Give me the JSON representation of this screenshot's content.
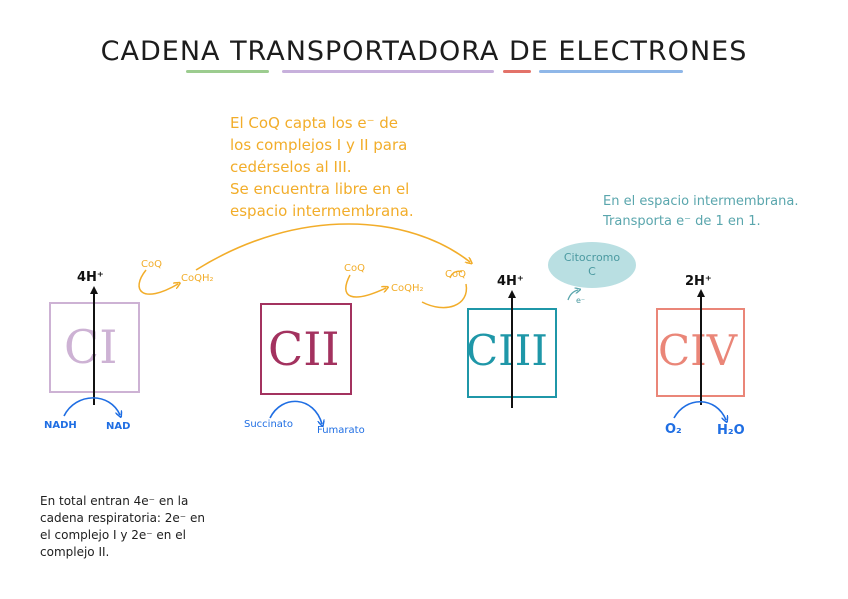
{
  "title": "CADENA TRANSPORTADORA DE ELECTRONES",
  "colors": {
    "orange": "#f2ad2a",
    "teal": "#5aa6ad",
    "blue": "#1f6ee3",
    "c1": "#cdb2d4",
    "c2": "#a3325f",
    "c3": "#1f97a8",
    "c4": "#ea8678",
    "underline_green": "#9ccc8f",
    "underline_purple": "#c7b0dc",
    "underline_red": "#e37269",
    "underline_blue": "#8fb7e8"
  },
  "notes": {
    "coq": [
      "El CoQ capta los e⁻ de",
      "los complejos I y II para",
      "cedérselos al III.",
      "Se encuentra libre en el",
      "espacio intermembrana."
    ],
    "citocromo": [
      "En el espacio intermembrana.",
      "Transporta e⁻ de 1 en 1."
    ],
    "total": [
      "En total entran 4e⁻ en la",
      "cadena respiratoria: 2e⁻ en",
      "el complejo I y 2e⁻ en el",
      "complejo II."
    ]
  },
  "complexes": [
    {
      "name": "CI",
      "protons": "4H⁺"
    },
    {
      "name": "CII",
      "protons": ""
    },
    {
      "name": "CIII",
      "protons": "4H⁺"
    },
    {
      "name": "CIV",
      "protons": "2H⁺"
    }
  ],
  "labels": {
    "coq1": "CoQ",
    "coqh2_1": "CoQH₂",
    "coq2": "CoQ",
    "coqh2_2": "CoQH₂",
    "coq3": "CoQ",
    "nadh": "NADH",
    "nad": "NAD",
    "succinato": "Succinato",
    "fumarato": "Fumarato",
    "o2": "O₂",
    "h2o": "H₂O",
    "citocromo": "Citocromo",
    "citocromo_c": "C",
    "electron": "e⁻"
  }
}
